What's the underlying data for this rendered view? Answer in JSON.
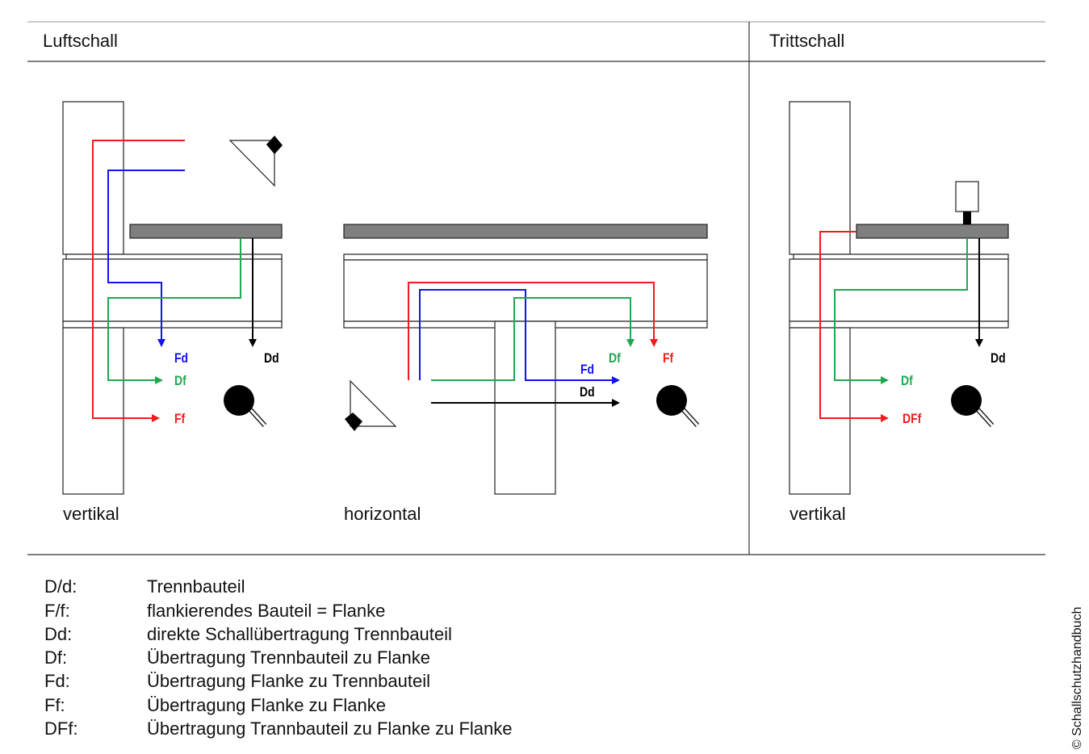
{
  "headers": {
    "left": "Luftschall",
    "right": "Trittschall"
  },
  "panels": {
    "p1_caption": "vertikal",
    "p2_caption": "horizontal",
    "p3_caption": "vertikal"
  },
  "path_labels": {
    "p1": {
      "fd": "Fd",
      "df": "Df",
      "ff": "Ff",
      "dd": "Dd"
    },
    "p2": {
      "df": "Df",
      "ff": "Ff",
      "fd": "Fd",
      "dd": "Dd"
    },
    "p3": {
      "dd": "Dd",
      "df": "Df",
      "dff": "DFf"
    }
  },
  "legend": [
    {
      "key": "D/d:",
      "text": "Trennbauteil"
    },
    {
      "key": "F/f:",
      "text": "flankierendes Bauteil = Flanke"
    },
    {
      "key": "Dd:",
      "text": "direkte Schallübertragung Trennbauteil"
    },
    {
      "key": "Df:",
      "text": "Übertragung Trennbauteil zu Flanke"
    },
    {
      "key": "Fd:",
      "text": "Übertragung Flanke zu Trennbauteil"
    },
    {
      "key": "Ff:",
      "text": "Übertragung Flanke zu Flanke"
    },
    {
      "key": "DFf:",
      "text": "Übertragung Trannbauteil zu Flanke zu Flanke"
    }
  ],
  "copyright": "© Schallschutzhandbuch",
  "colors": {
    "red": "#ee1c1c",
    "blue": "#1414f0",
    "green": "#1fa84f",
    "black": "#000000",
    "slab": "#7f7f7f"
  }
}
